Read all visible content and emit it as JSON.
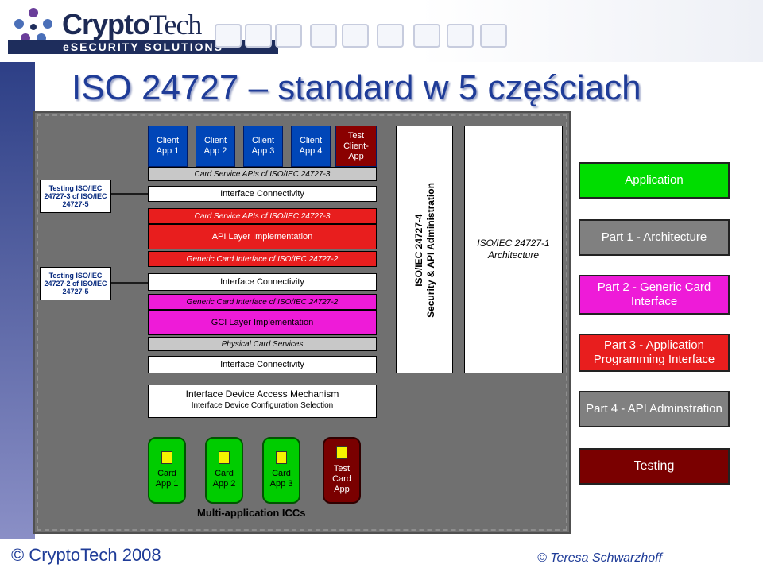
{
  "brand": {
    "name_part1": "Crypto",
    "name_part2": "Tech",
    "tagline": "eSECURITY SOLUTIONS"
  },
  "title": "ISO 24727 – standard w 5 częściach",
  "clients": [
    {
      "label": "Client App 1"
    },
    {
      "label": "Client App 2"
    },
    {
      "label": "Client App 3"
    },
    {
      "label": "Client App 4"
    },
    {
      "label": "Test Client-App"
    }
  ],
  "testing": {
    "top": "Testing ISO/IEC 24727-3 cf ISO/IEC 24727-5",
    "mid": "Testing ISO/IEC 24727-2 cf ISO/IEC 24727-5"
  },
  "stack": {
    "card_service_apis_1": "Card Service APIs cf ISO/IEC 24727-3",
    "interface_connectivity_1": "Interface Connectivity",
    "card_service_apis_2": "Card Service APIs cf ISO/IEC 24727-3",
    "api_layer": "API Layer Implementation",
    "generic_card_interface_1": "Generic Card Interface cf ISO/IEC 24727-2",
    "interface_connectivity_2": "Interface Connectivity",
    "generic_card_interface_2": "Generic Card Interface cf ISO/IEC 24727-2",
    "gci_layer": "GCI Layer Implementation",
    "physical_card_services": "Physical Card Services",
    "interface_connectivity_3": "Interface Connectivity",
    "ifd_access_title": "Interface Device Access Mechanism",
    "ifd_access_sub": "Interface Device  Configuration Selection"
  },
  "vertical_bar": {
    "line1": "ISO/IEC 24727-4",
    "line2": "Security & API Administration"
  },
  "architecture": {
    "line1": "ISO/IEC 24727-1",
    "line2": "Architecture"
  },
  "cards": [
    {
      "label": "Card App 1"
    },
    {
      "label": "Card App 2"
    },
    {
      "label": "Card App 3"
    },
    {
      "label": "Test Card App"
    }
  ],
  "multi_app": "Multi-application ICCs",
  "right_panel": [
    {
      "label": "Application",
      "color": "#00dd00"
    },
    {
      "label": "Part 1 - Architecture",
      "color": "#808080"
    },
    {
      "label": "Part 2 - Generic Card Interface",
      "color": "#ee1bd8"
    },
    {
      "label": "Part 3 - Application Programming Interface",
      "color": "#e81e1e"
    },
    {
      "label": "Part 4 - API Adminstration",
      "color": "#808080"
    },
    {
      "label": "Testing",
      "color": "#7a0000"
    }
  ],
  "footer": {
    "left": "© CryptoTech 2008",
    "right": "© Teresa Schwarzhoff"
  }
}
